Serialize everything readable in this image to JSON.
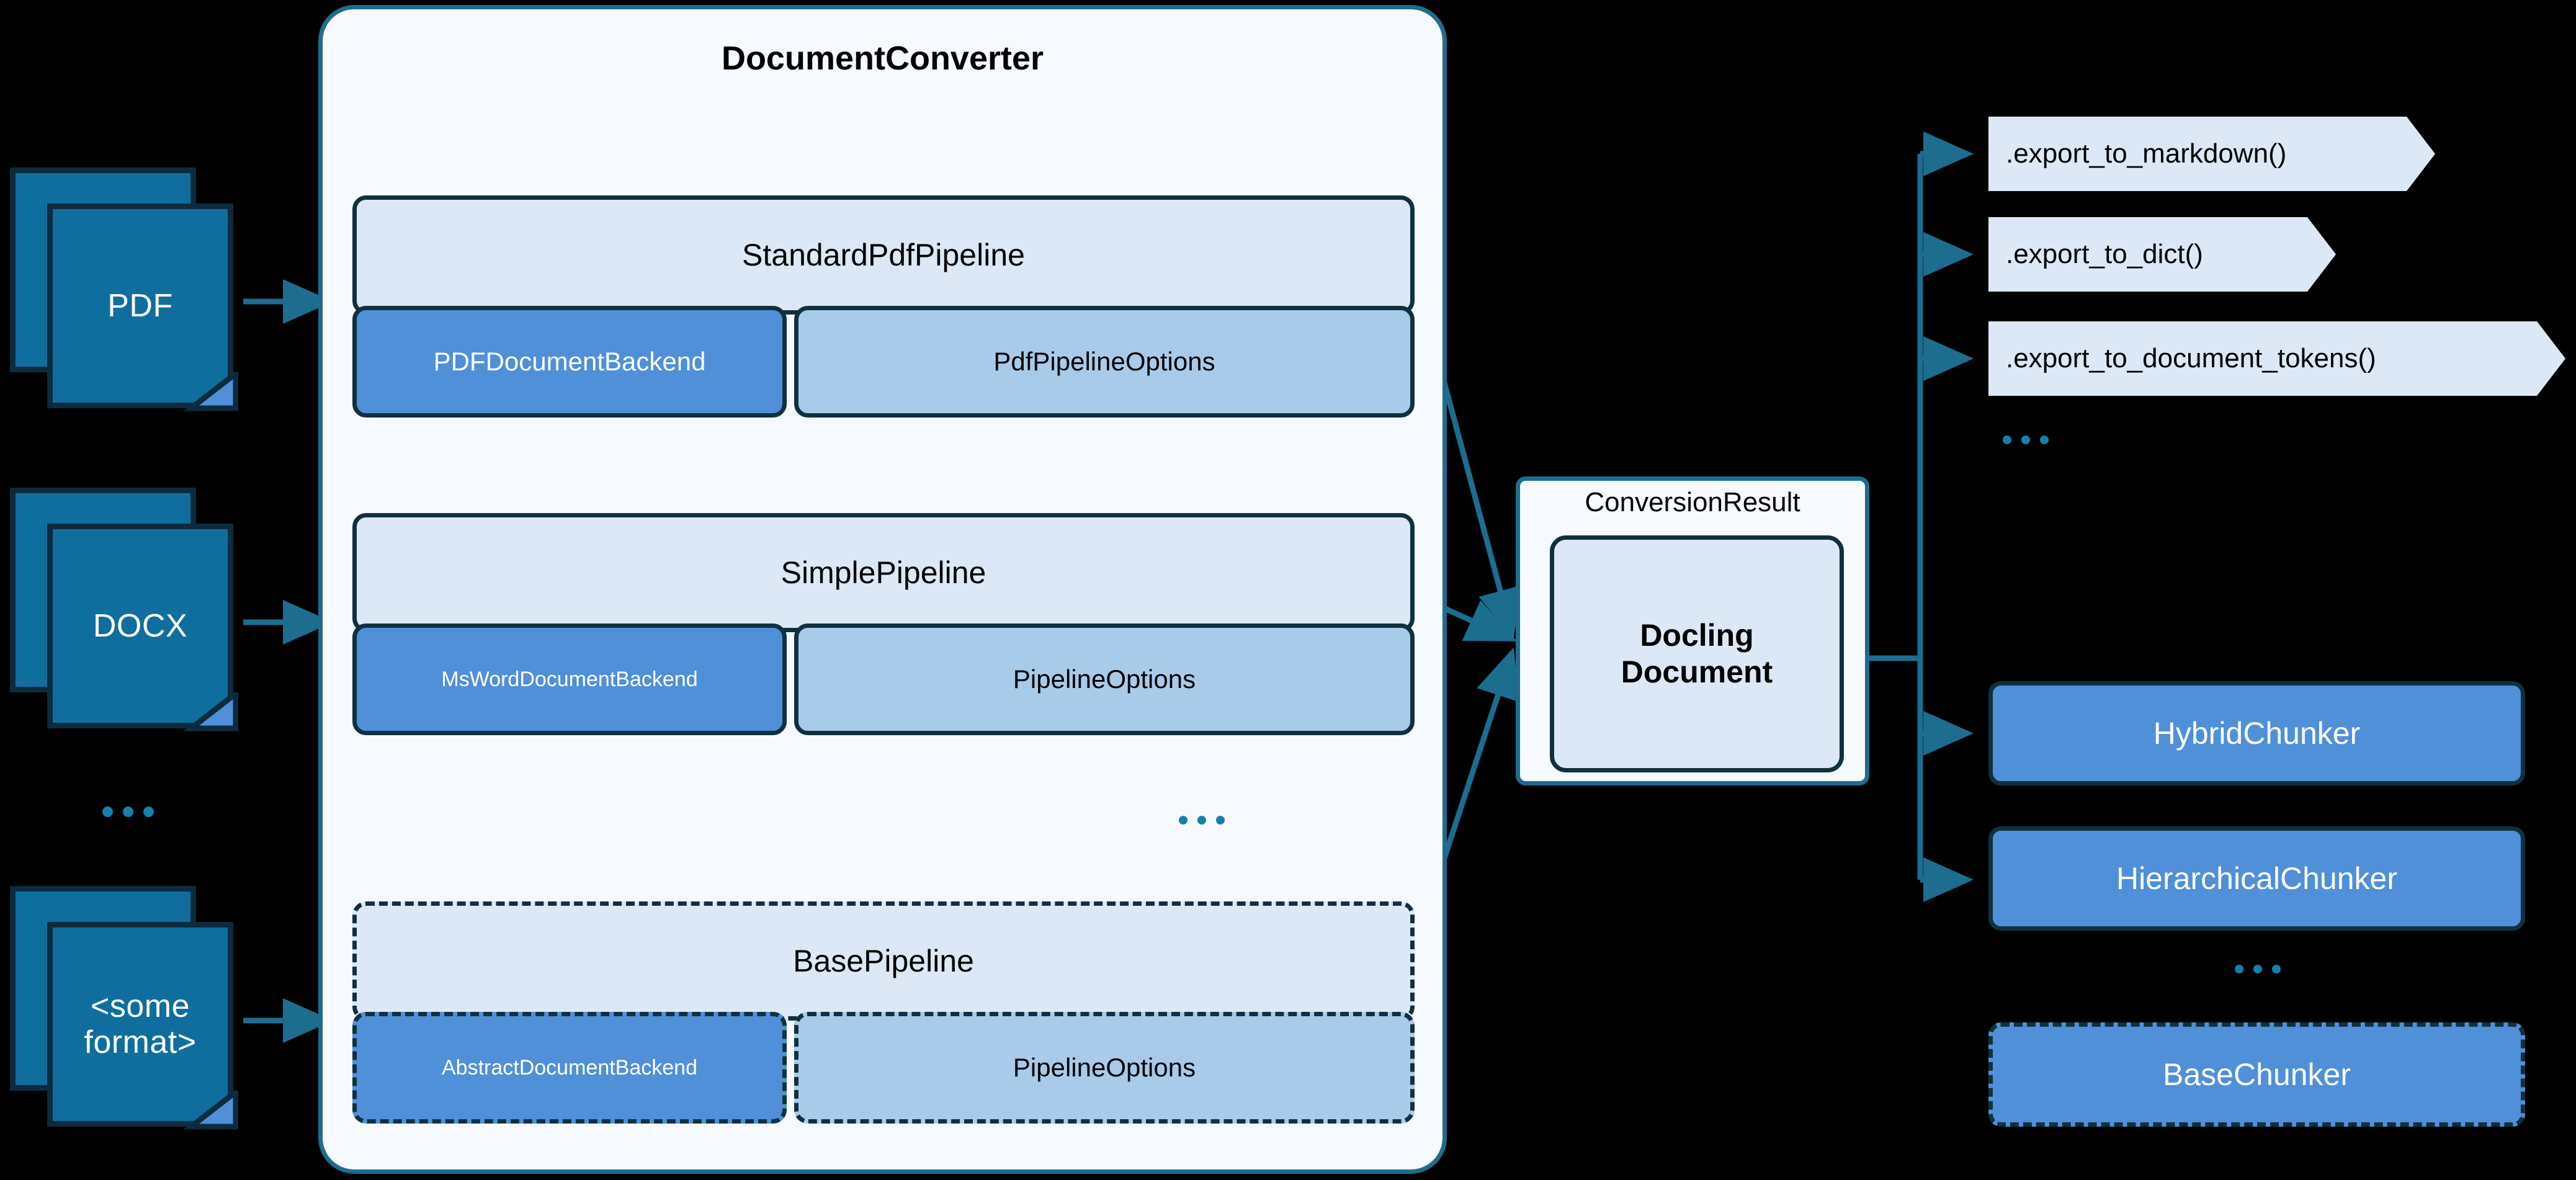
{
  "inputs": [
    {
      "label": "PDF",
      "icon": "pdf-document-icon"
    },
    {
      "label": "DOCX",
      "icon": "docx-document-icon"
    },
    {
      "label": "<some\nformat>",
      "icon": "generic-document-icon"
    }
  ],
  "input_ellipsis": "...",
  "converter": {
    "title": "DocumentConverter",
    "pipelines": [
      {
        "name": "StandardPdfPipeline",
        "backend": "PDFDocumentBackend",
        "options": "PdfPipelineOptions",
        "dashed": false
      },
      {
        "name": "SimplePipeline",
        "backend": "MsWordDocumentBackend",
        "options": "PipelineOptions",
        "dashed": false
      },
      {
        "name": "BasePipeline",
        "backend": "AbstractDocumentBackend",
        "options": "PipelineOptions",
        "dashed": true
      }
    ],
    "pipeline_ellipsis": "..."
  },
  "result": {
    "title": "ConversionResult",
    "document": "Docling\nDocument"
  },
  "exports": [
    {
      "label": ".export_to_markdown()"
    },
    {
      "label": ".export_to_dict()"
    },
    {
      "label": ".export_to_document_tokens()"
    }
  ],
  "export_ellipsis": "...",
  "chunkers": [
    {
      "label": "HybridChunker",
      "dashed": false
    },
    {
      "label": "HierarchicalChunker",
      "dashed": false
    },
    {
      "label": "BaseChunker",
      "dashed": true
    }
  ],
  "chunker_ellipsis": "...",
  "colors": {
    "background": "#000000",
    "doc_icon_fill": "#0f6e9e",
    "doc_icon_stroke": "#0d2b3e",
    "panel_fill": "#f6f9fd",
    "panel_stroke": "#1d6d8f",
    "pipeline_head_fill": "#dce8f5",
    "backend_fill": "#4f90d8",
    "options_fill": "#a8cbea",
    "box_stroke": "#11303f",
    "connector": "#1d6d8f",
    "ellipsis": "#1580ad",
    "export_fill": "#dce8f5",
    "chunker_fill": "#4f90d8"
  }
}
